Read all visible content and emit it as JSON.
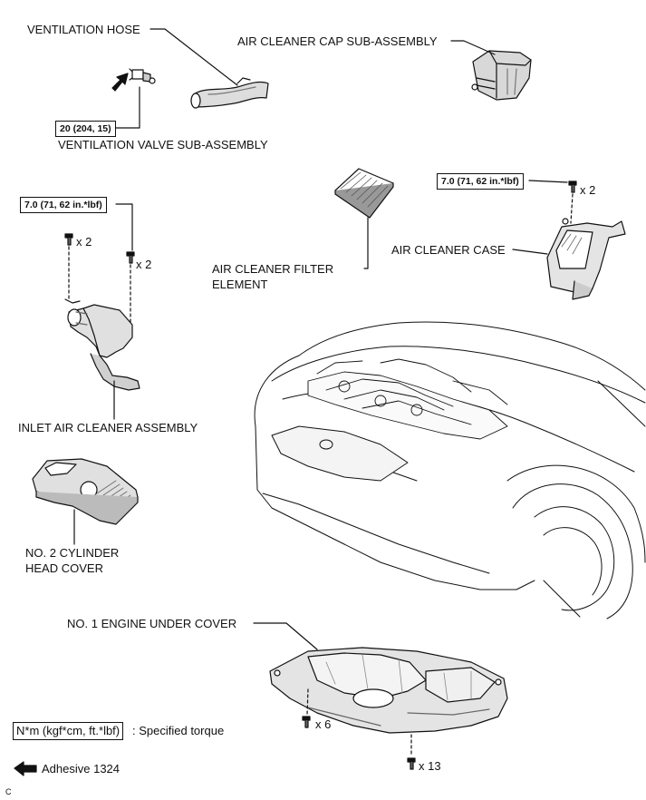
{
  "labels": {
    "ventilation_hose": "VENTILATION HOSE",
    "air_cleaner_cap": "AIR CLEANER CAP SUB-ASSEMBLY",
    "ventilation_valve": "VENTILATION VALVE SUB-ASSEMBLY",
    "air_cleaner_case": "AIR CLEANER CASE",
    "filter_line1": "AIR CLEANER FILTER",
    "filter_line2": "ELEMENT",
    "inlet_air_cleaner": "INLET AIR CLEANER ASSEMBLY",
    "cyl_head_line1": "NO. 2 CYLINDER",
    "cyl_head_line2": "HEAD COVER",
    "engine_under_cover": "NO. 1 ENGINE UNDER COVER"
  },
  "torques": {
    "valve": "20 (204, 15)",
    "inlet": "7.0 (71, 62 in.*lbf)",
    "case": "7.0 (71, 62 in.*lbf)"
  },
  "counts": {
    "inlet_left": "x 2",
    "inlet_right": "x 2",
    "case": "x 2",
    "under_cover_a": "x 6",
    "under_cover_b": "x 13"
  },
  "legend": {
    "torque_box": "N*m (kgf*cm, ft.*lbf)",
    "torque_text": ": Specified torque",
    "adhesive_text": "Adhesive 1324"
  },
  "corner_mark": "C"
}
